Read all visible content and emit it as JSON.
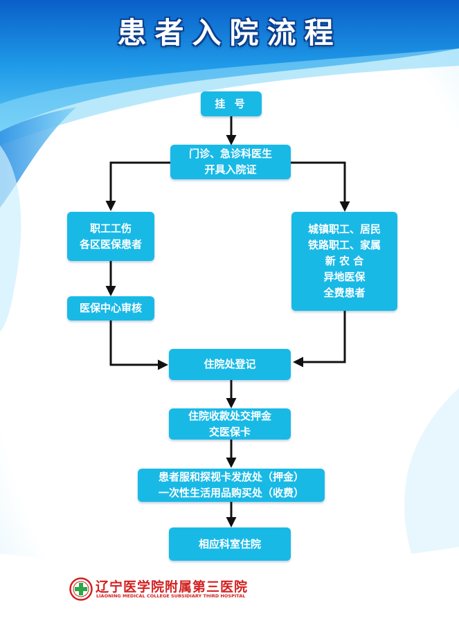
{
  "poster": {
    "title": "患者入院流程"
  },
  "flow": {
    "register": "挂 号",
    "doctor": [
      "门诊、急诊科医生",
      "开具入院证"
    ],
    "left_group": [
      "职工工伤",
      "各区医保患者"
    ],
    "left_review": "医保中心审核",
    "right_group": [
      "城镇职工、居民",
      "铁路职工、家属",
      "新 农 合",
      "异地医保",
      "全费患者"
    ],
    "admission": "住院处登记",
    "deposit": [
      "住院收款处交押金",
      "交医保卡"
    ],
    "clothing": [
      "患者服和探视卡发放处（押金）",
      "一次性生活用品购买处（收费）"
    ],
    "ward": "相应科室住院"
  },
  "footer": {
    "hospital_cn": "辽宁医学院附属第三医院",
    "hospital_en": "LIAONING MEDICAL COLLEGE SUBSIDIARY THIRD HOSPITAL"
  },
  "colors": {
    "box": "#19b9e6",
    "arrow": "#111111",
    "background_blue": "#1a8fe0",
    "hospital_red": "#d22020"
  }
}
